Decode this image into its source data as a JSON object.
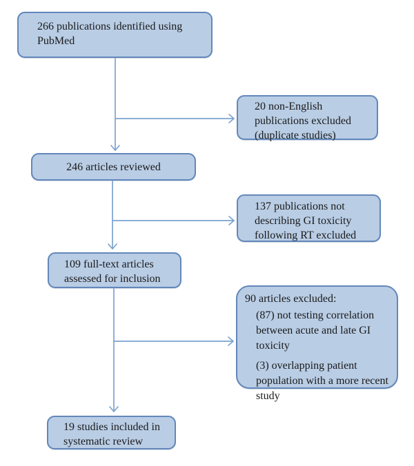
{
  "flowchart": {
    "box_identified": {
      "text": "266 publications identified using PubMed"
    },
    "box_non_english": {
      "text": "20 non-English publications excluded (duplicate studies)"
    },
    "box_reviewed": {
      "text": "246 articles reviewed"
    },
    "box_not_describing": {
      "text": "137 publications not describing GI toxicity following RT excluded"
    },
    "box_fulltext": {
      "text": "109 full-text articles assessed for inclusion"
    },
    "box_excluded_90": {
      "heading": "90 articles excluded:",
      "items": [
        "(87) not testing correlation between acute and late GI toxicity",
        "(3) overlapping patient population with a more recent study"
      ]
    },
    "box_included": {
      "text": "19 studies included in systematic review"
    }
  },
  "colors": {
    "box_fill": "#b9cde5",
    "box_border": "#6287b9",
    "arrow": "#7ba3d0",
    "text": "#1a1a1a"
  }
}
